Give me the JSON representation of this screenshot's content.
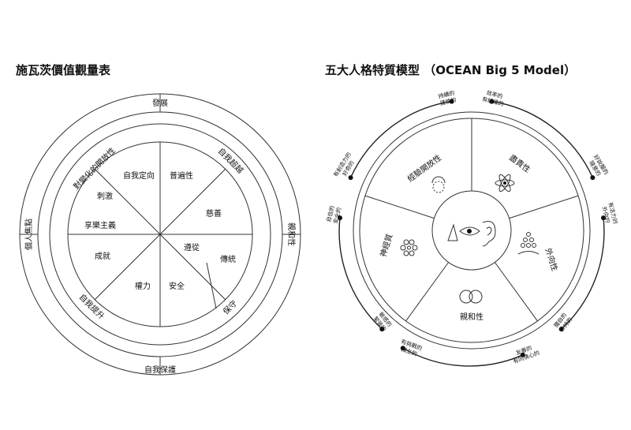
{
  "left_diagram": {
    "title": "施瓦茨價值觀量表",
    "outer_ring": [
      "發展",
      "親和性",
      "自我保護",
      "個人焦點"
    ],
    "middle_ring": [
      "自我超越",
      "保守",
      "自我提升",
      "對變化的開放性"
    ],
    "values": [
      "自我定向",
      "普遍性",
      "慈善",
      "傳統",
      "遵從",
      "安全",
      "權力",
      "成就",
      "享樂主義",
      "刺激"
    ]
  },
  "right_diagram": {
    "title": "五大人格特質模型 （OCEAN Big 5 Model）",
    "traits": [
      "經驗開放性",
      "盡責性",
      "外向性",
      "親和性",
      "神經質"
    ],
    "poles": [
      {
        "high": "有創造力的\n好奇的",
        "low": "持續的\n謹慎的"
      },
      {
        "high": "效率的\n有組織的",
        "low": "好說服的\n隨意的"
      },
      {
        "high": "有活力的\n外向的",
        "low": "獨自的\n矜持的"
      },
      {
        "high": "友善的\n有同情心的",
        "low": "有挑戰的\n獨立的"
      },
      {
        "high": "敏感的\n緊張的",
        "low": "自信的\n安全的"
      }
    ]
  }
}
